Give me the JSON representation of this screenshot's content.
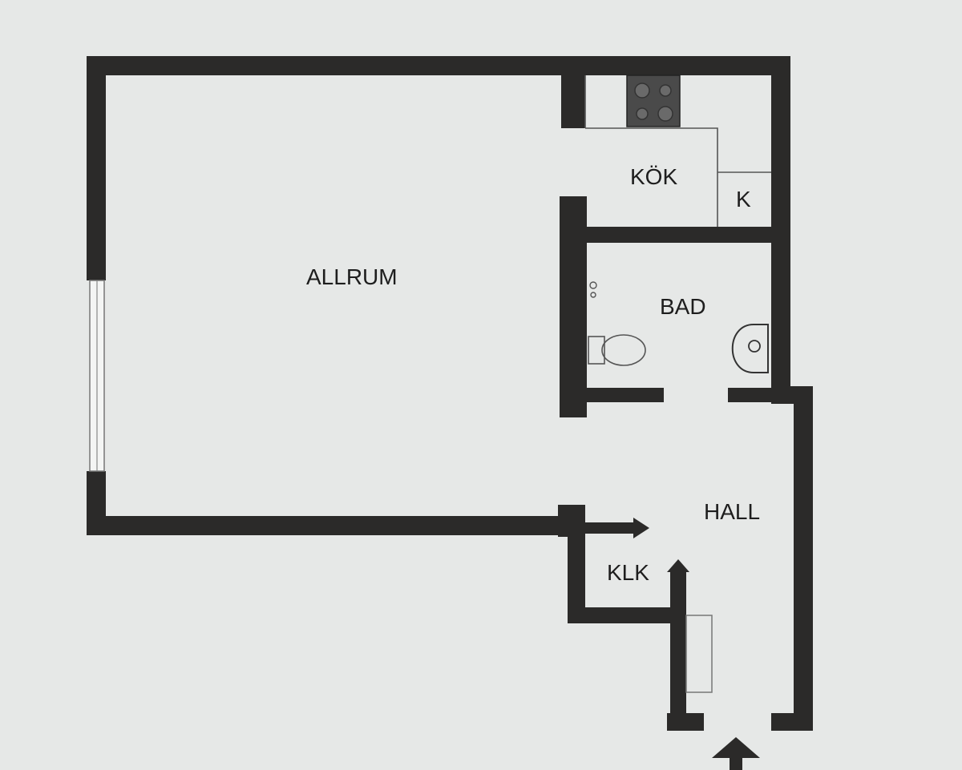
{
  "rooms": {
    "allrum": "ALLRUM",
    "kok": "KÖK",
    "k": "K",
    "bad": "BAD",
    "hall": "HALL",
    "klk": "KLK"
  },
  "colors": {
    "background": "#e6e8e7",
    "wall": "#2b2a29"
  },
  "icons": [
    "stove-icon",
    "toilet-icon",
    "sink-icon",
    "entrance-arrow-icon"
  ]
}
